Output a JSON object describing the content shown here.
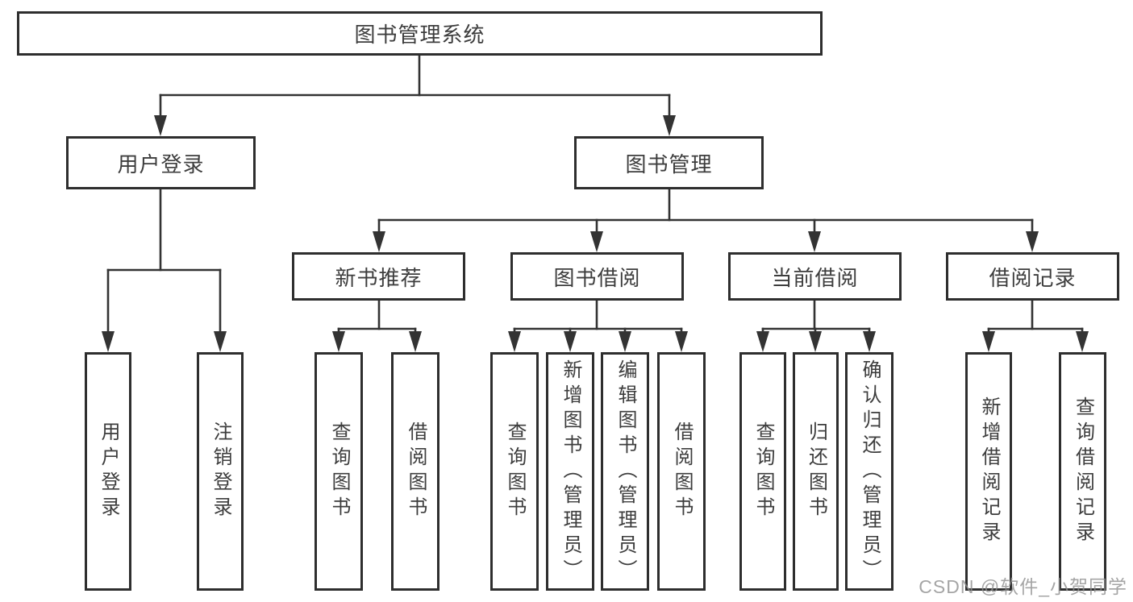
{
  "diagram": {
    "title": "图书管理系统",
    "line_color": "#333333",
    "border_color": "#2e2e2e",
    "text_color": "#3d3d3d",
    "watermark_color": "#8f8f8f"
  },
  "watermark": "CSDN @软件_小贺同学",
  "tree": {
    "root": {
      "label": "图书管理系统",
      "children": [
        {
          "label": "用户登录",
          "children": [
            {
              "label": "用户登录"
            },
            {
              "label": "注销登录"
            }
          ]
        },
        {
          "label": "图书管理",
          "children": [
            {
              "label": "新书推荐",
              "children": [
                {
                  "label": "查询图书"
                },
                {
                  "label": "借阅图书"
                }
              ]
            },
            {
              "label": "图书借阅",
              "children": [
                {
                  "label": "查询图书"
                },
                {
                  "label": "新增图书（管理员）"
                },
                {
                  "label": "编辑图书（管理员）"
                },
                {
                  "label": "借阅图书"
                }
              ]
            },
            {
              "label": "当前借阅",
              "children": [
                {
                  "label": "查询图书"
                },
                {
                  "label": "归还图书"
                },
                {
                  "label": "确认归还（管理员）"
                }
              ]
            },
            {
              "label": "借阅记录",
              "children": [
                {
                  "label": "新增借阅记录"
                },
                {
                  "label": "查询借阅记录"
                }
              ]
            }
          ]
        }
      ]
    }
  }
}
